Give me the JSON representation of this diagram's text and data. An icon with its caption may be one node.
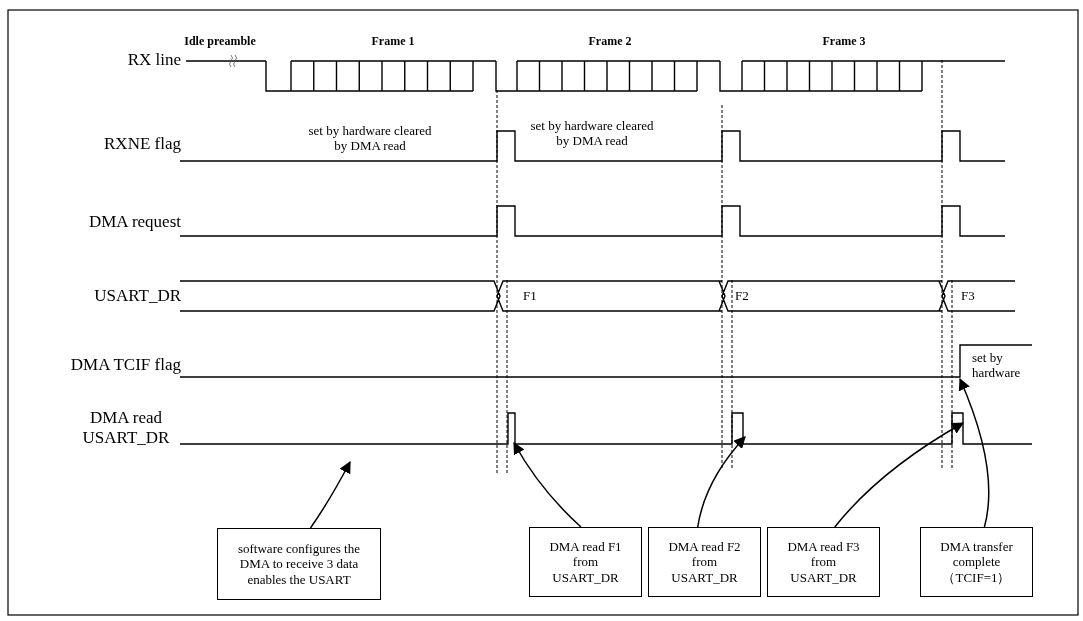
{
  "diagram": {
    "nodes": [
      {
        "text": [
          "software configures the DMA to receive 3 data enables the USART"
        ]
      },
      {
        "text": [
          "DMA read F1 from USART_DR"
        ]
      },
      {
        "text": [
          "DMA read F2 from USART_DR"
        ]
      },
      {
        "text": [
          "DMA read F3 from USART_DR"
        ]
      },
      {
        "text": [
          "DMA transfer complete （TCIF=1）"
        ]
      },
      {
        "text": [],
        "shape": "line"
      },
      {
        "text": [],
        "shape": "line"
      }
    ],
    "edges": [
      {
        "from": 0,
        "to": 6,
        "arrow": "to"
      },
      {
        "from": 1,
        "to": 6,
        "arrow": "to"
      },
      {
        "from": 2,
        "to": 6,
        "arrow": "to"
      },
      {
        "from": 3,
        "to": 6,
        "arrow": "to"
      },
      {
        "from": 4,
        "to": 5,
        "arrow": "to"
      }
    ],
    "labels": [
      "Idle preamble",
      "Frame 1",
      "Frame 2",
      "Frame 3",
      "RX line",
      "set by hardware cleared by DMA read",
      "set by hardware cleared by DMA read",
      "RXNE flag",
      "DMA request",
      "USART_DR",
      "F1",
      "F2",
      "F3",
      "DMA TCIF flag",
      "set by hardware",
      "DMA read USART_DR"
    ]
  }
}
